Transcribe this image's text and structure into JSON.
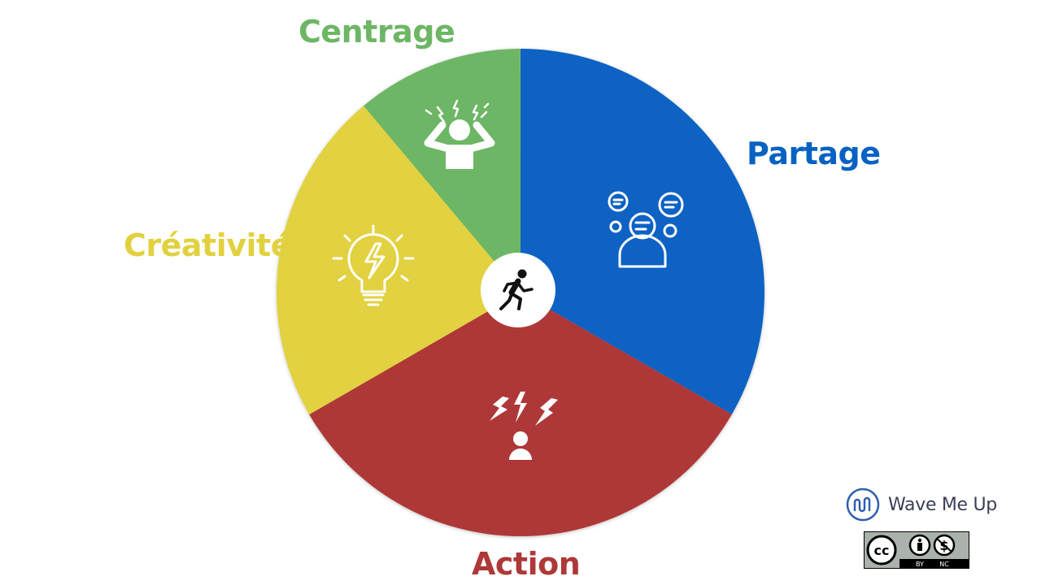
{
  "segments": [
    {
      "key": "partage",
      "label": "Partage",
      "color": "#0762c3",
      "icon": "discussion-icon",
      "share": 0.3333
    },
    {
      "key": "action",
      "label": "Action",
      "color": "#ae3838",
      "icon": "alert-person-icon",
      "share": 0.3333
    },
    {
      "key": "creativite",
      "label": "Créativité",
      "color": "#e2d13f",
      "icon": "lightbulb-icon",
      "share": 0.2222
    },
    {
      "key": "centrage",
      "label": "Centrage",
      "color": "#6db665",
      "icon": "stressed-person-icon",
      "share": 0.1111
    }
  ],
  "center_icon": "running-person-icon",
  "brand": {
    "name": "Wave Me Up",
    "icon": "wave-logo-icon"
  },
  "license": {
    "icon": "cc-by-nc-badge",
    "by": "BY",
    "nc": "NC"
  }
}
